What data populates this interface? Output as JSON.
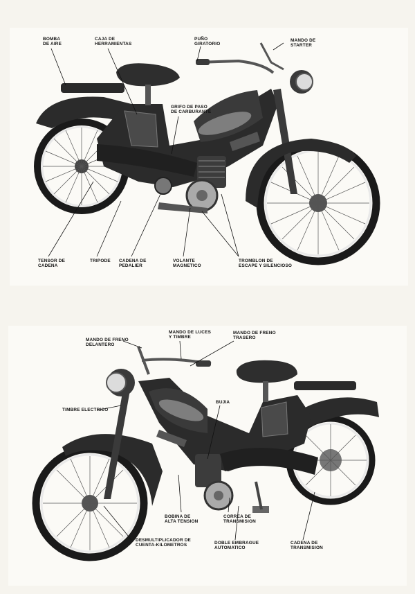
{
  "top_diagram": {
    "labels": {
      "bomba_aire": "BOMBA\nDE AIRE",
      "caja_herramientas": "CAJA DE\nHERRAMIENTAS",
      "puno_giratorio": "PUÑO\nGIRATORIO",
      "mando_starter": "MANDO DE\nSTARTER",
      "grifo_carburante": "GRIFO DE PASO\nDE CARBURANTE",
      "tensor_cadena": "TENSOR DE\nCADENA",
      "tripode": "TRIPODE",
      "cadena_pedalier": "CADENA DE\nPEDALIER",
      "volante_magnetico": "VOLANTE\nMAGNETICO",
      "tromblon_escape": "TROMBLON DE\nESCAPE Y SILENCIOSO"
    }
  },
  "bottom_diagram": {
    "labels": {
      "mando_freno_delantero": "MANDO DE FRENO\nDELANTERO",
      "mando_luces_timbre": "MANDO DE LUCES\nY TIMBRE",
      "mando_freno_trasero": "MANDO DE FRENO\nTRASERO",
      "timbre_electrico": "TIMBRE ELECTRICO",
      "bujia": "BUJIA",
      "bobina_alta_tension": "BOBINA DE\nALTA TENSION",
      "correa_transmision": "CORREA DE\nTRANSMISION",
      "desmultiplicador": "DESMULTIPLICADOR DE\nCUENTA-KILOMETROS",
      "doble_embrague": "DOBLE EMBRAGUE\nAUTOMATICO",
      "cadena_transmision": "CADENA DE\nTRANSMISION"
    }
  },
  "colors": {
    "paper": "#f6f4ee",
    "ink": "#111111",
    "body_dark": "#2b2b2b",
    "chrome": "#cfcfcf",
    "tire": "#1a1a1a"
  }
}
